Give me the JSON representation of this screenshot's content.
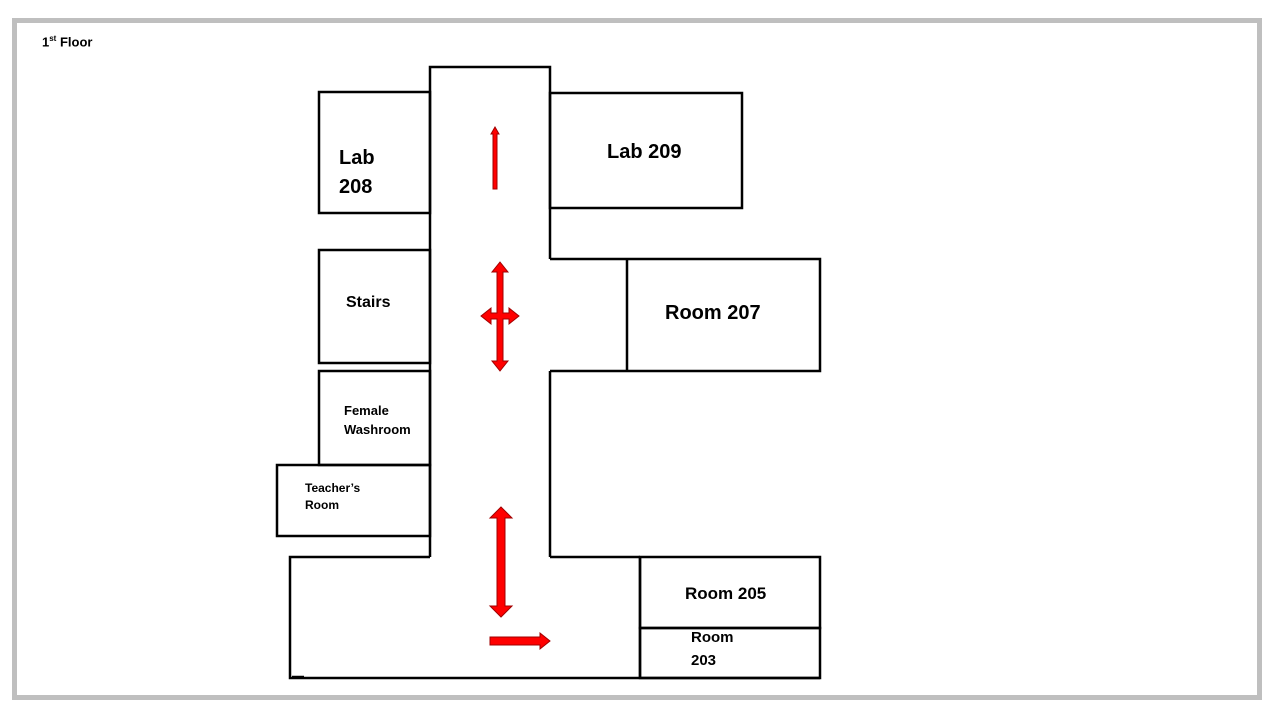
{
  "floor": {
    "title_prefix": "1",
    "title_sup": "st",
    "title_suffix": " Floor"
  },
  "rooms": {
    "lab208_line1": "Lab",
    "lab208_line2": "208",
    "lab209": "Lab 209",
    "stairs": "Stairs",
    "room207": "Room 207",
    "female_washroom_line1": "Female",
    "female_washroom_line2": "Washroom",
    "teachers_room_line1": "Teacher’s",
    "teachers_room_line2": "Room",
    "room205": "Room 205",
    "room203_line1": "Room",
    "room203_line2": "203"
  },
  "colors": {
    "wall": "#000000",
    "arrow_fill": "#ff0000",
    "arrow_stroke": "#a00000",
    "frame": "#bfbfbf"
  }
}
